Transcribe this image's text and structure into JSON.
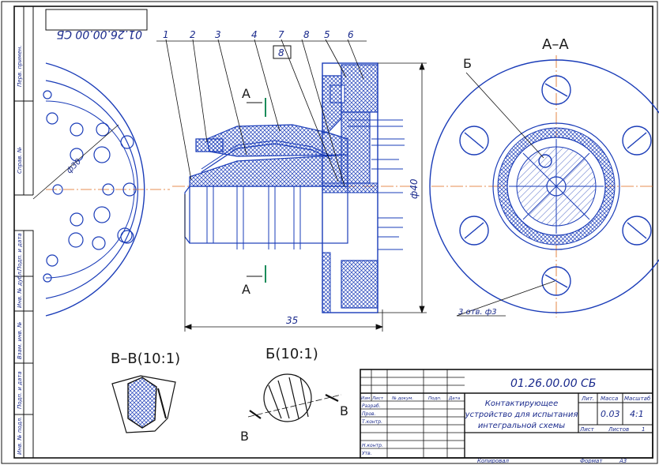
{
  "drawing": {
    "number": "01.26.00.00 СБ",
    "number_mirrored": "01.26.00.00 СБ",
    "title_lines": [
      "Контактирующее",
      "устройство для испытания",
      "интегральной схемы"
    ],
    "mass": "0.03",
    "scale": "4:1",
    "sheet_label": "Лист",
    "sheets_label": "Листов",
    "sheets_value": "1",
    "copied_label": "Копировал",
    "format_label": "Формат",
    "format_value": "А3",
    "lit_label": "Лит.",
    "mass_label": "Масса",
    "scale_label": "Масштаб",
    "rev_headers": [
      "Изм",
      "Лист",
      "№ докум.",
      "Подп.",
      "Дата"
    ],
    "role_labels": [
      "Разраб.",
      "Пров.",
      "Т.контр.",
      "",
      "Н.контр.",
      "Утв."
    ]
  },
  "side_stamp": {
    "labels": [
      "Перв. примен.",
      "Справ. №",
      "Подп. и дата",
      "Инв. № дубл.",
      "Взам. инв. №",
      "Подп. и дата",
      "Инв. № подл."
    ]
  },
  "views": {
    "section_aa": "А–А",
    "detail_b": "Б(10:1)",
    "section_vv": "В–В(10:1)",
    "label_b": "Б",
    "cut_a": "А",
    "cut_v": "В"
  },
  "leaders": [
    "1",
    "2",
    "3",
    "4",
    "7",
    "8",
    "5",
    "6"
  ],
  "leader_box": "8",
  "dimensions": {
    "length": "35",
    "diameter_main": "ф40",
    "diameter_small": "ф30",
    "holes": "3 отв. ф3"
  },
  "colors": {
    "outline": "#1a3cb8",
    "axis": "#e06a1a",
    "cut_mark": "#1a8c5a",
    "hatch": "#1a3cb8"
  }
}
